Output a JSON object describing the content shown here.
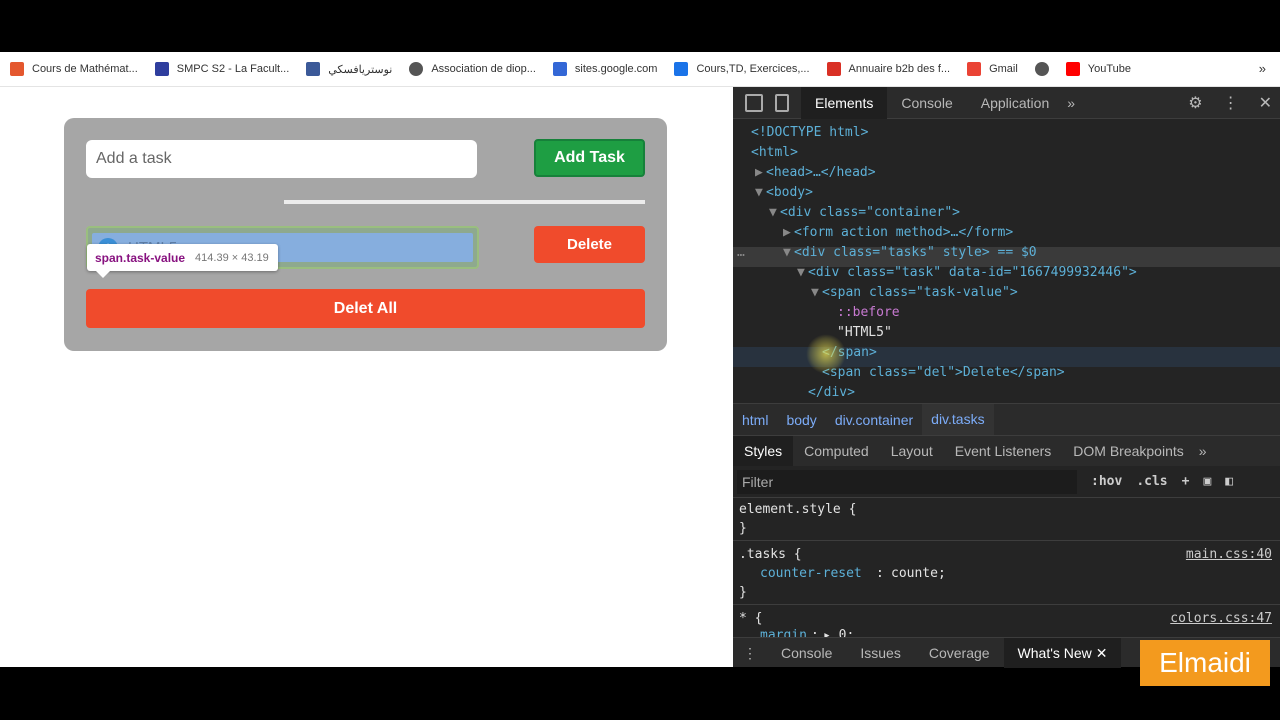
{
  "bookmarks": [
    {
      "label": "Cours de Mathémat...",
      "color": "#e4572e"
    },
    {
      "label": "SMPC S2 - La Facult...",
      "color": "#2f3e9e"
    },
    {
      "label": "نوستريافسكي",
      "color": "#3b5998"
    },
    {
      "label": "Association de diop...",
      "color": "#555555"
    },
    {
      "label": "sites.google.com",
      "color": "#3367d6"
    },
    {
      "label": "Cours,TD, Exercices,...",
      "color": "#1a73e8"
    },
    {
      "label": "Annuaire b2b des f...",
      "color": "#d93025"
    },
    {
      "label": "Gmail",
      "color": "#ea4335"
    },
    {
      "label": "",
      "color": "#555555"
    },
    {
      "label": "YouTube",
      "color": "#ff0000"
    }
  ],
  "bookmarks_more": "»",
  "app": {
    "input_placeholder": "Add a task",
    "add_label": "Add Task",
    "task_number": "1",
    "task_text": "HTML5",
    "delete_label": "Delete",
    "delete_all_label": "Delet All",
    "tooltip_name": "span.task-value",
    "tooltip_size": "414.39 × 43.19"
  },
  "devtools": {
    "tabs": [
      "Elements",
      "Console",
      "Application"
    ],
    "more": "»",
    "breadcrumb": [
      "html",
      "body",
      "div.container",
      "div.tasks"
    ],
    "styles_tabs": [
      "Styles",
      "Computed",
      "Layout",
      "Event Listeners",
      "DOM Breakpoints"
    ],
    "filter_placeholder": "Filter",
    "filter_hov": ":hov",
    "filter_cls": ".cls",
    "drawer_tabs": [
      "Console",
      "Issues",
      "Coverage",
      "What's New"
    ],
    "dom": {
      "doctype": "<!DOCTYPE html>",
      "html_open": "<html>",
      "head": "<head>…</head>",
      "body": "<body>",
      "container": "<div class=\"container\">",
      "form": "<form action method>…</form>",
      "tasks": "<div class=\"tasks\" style> == $0",
      "task": "<div class=\"task\" data-id=\"1667499932446\">",
      "span_open": "<span class=\"task-value\">",
      "before": "::before",
      "text": "\"HTML5\"",
      "span_close": "</span>",
      "del_span": "<span class=\"del\">Delete</span>",
      "div_close": "</div>"
    },
    "rules": {
      "element_style": "element.style {",
      "close": "}",
      "tasks_sel": ".tasks {",
      "tasks_prop": "counter-reset",
      "tasks_val": "counte;",
      "tasks_src": "main.css:40",
      "star_sel": "* {",
      "star_src": "colors.css:47",
      "margin_prop": "margin",
      "margin_val": "▸ 0;"
    }
  },
  "watermark": "Elmaidi"
}
